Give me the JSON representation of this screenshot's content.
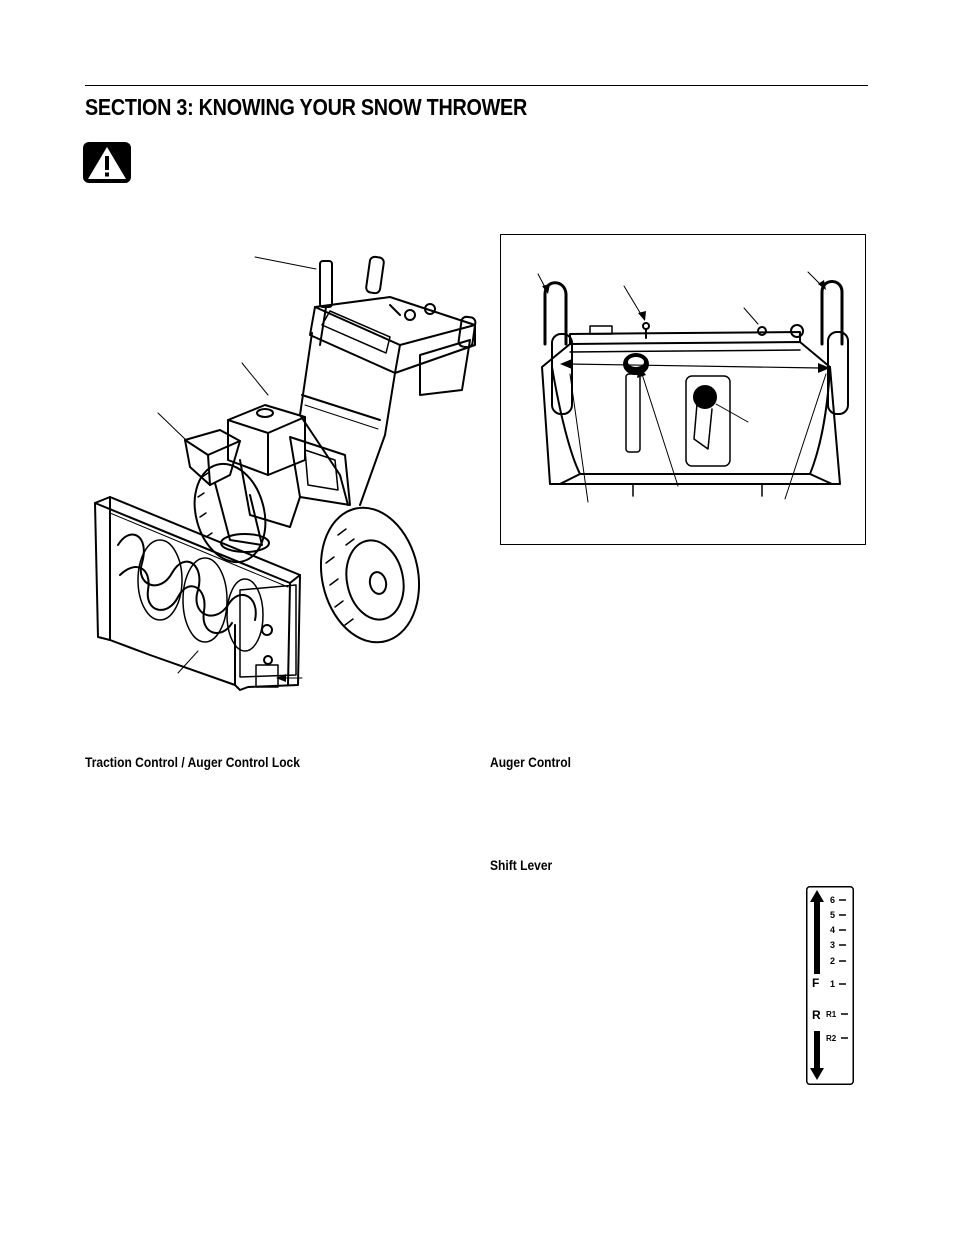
{
  "section_title": "SECTION 3:  KNOWING YOUR SNOW THROWER",
  "icons": {
    "warning": "warning-triangle-icon"
  },
  "headings": {
    "traction": "Traction Control / Auger Control Lock",
    "auger": "Auger Control",
    "shift": "Shift Lever"
  },
  "shift_indicator": {
    "forward_letter": "F",
    "reverse_letter": "R",
    "forward_speeds": [
      "6",
      "5",
      "4",
      "3",
      "2",
      "1"
    ],
    "reverse_speeds": [
      "R1",
      "R2"
    ]
  }
}
